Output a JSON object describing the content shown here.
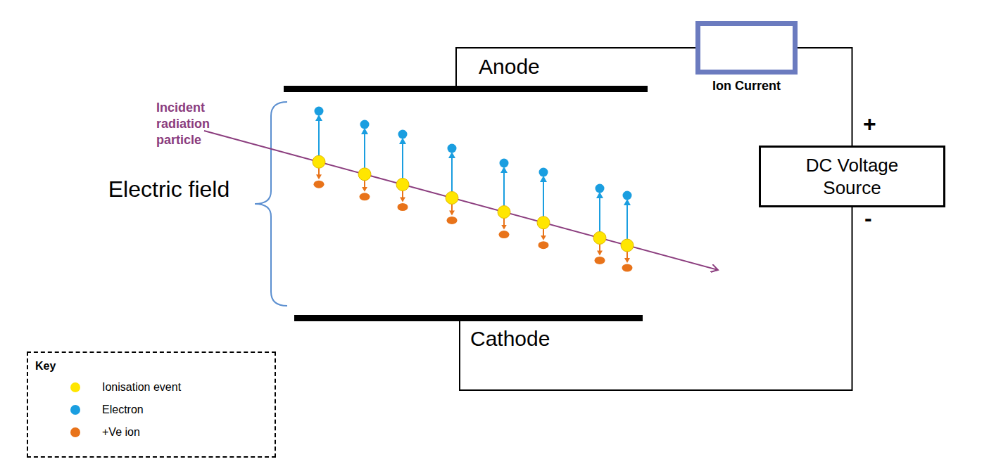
{
  "diagram": {
    "nodes": [
      {
        "text": [
          "Anode"
        ]
      },
      {
        "text": [
          "Ion Current"
        ]
      },
      {
        "text": [
          "DC Voltage Source"
        ]
      },
      {
        "text": [
          "Cathode"
        ]
      },
      {
        "text": [
          "Key"
        ]
      }
    ],
    "edges": [
      {
        "from": 0,
        "to": 1,
        "arrow": "none"
      },
      {
        "from": 1,
        "to": 2,
        "arrow": "none"
      },
      {
        "from": 2,
        "to": 3,
        "arrow": "none"
      }
    ],
    "labels": [
      "Incident radiation particle",
      "Electric field",
      "+",
      "-"
    ],
    "legend": [
      {
        "text": "Ionisation event",
        "color": "#ffe600"
      },
      {
        "text": "Electron",
        "color": "#1a9ee0"
      },
      {
        "text": "+Ve ion",
        "color": "#e8731a"
      }
    ]
  }
}
